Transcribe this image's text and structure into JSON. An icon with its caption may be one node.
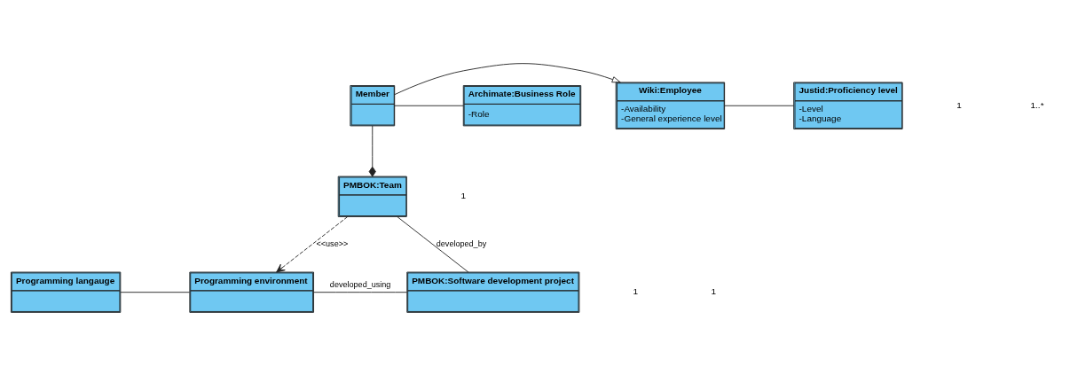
{
  "diagram": {
    "nodes": [
      {
        "text": [
          "Programming langauge"
        ]
      },
      {
        "text": [
          "Programming environment"
        ]
      },
      {
        "text": [
          "PMBOK:Software development project"
        ]
      },
      {
        "text": [
          "PMBOK:Team"
        ]
      },
      {
        "text": [
          "Justid:Proficiency level",
          "-Level",
          "-Language"
        ]
      },
      {
        "text": [
          "Wiki:Employee",
          "-Availability",
          "-General experience level"
        ]
      },
      {
        "text": [
          "Member"
        ]
      },
      {
        "text": [
          "Archimate:Business Role",
          "-Role"
        ]
      }
    ],
    "edges": [
      {
        "from": 0,
        "to": 1,
        "arrow": "none"
      },
      {
        "from": 1,
        "to": 2,
        "arrow": "none",
        "label": "developed_using"
      },
      {
        "from": 3,
        "to": 1,
        "arrow": "to",
        "style": "dashed",
        "label": "<<use>>"
      },
      {
        "from": 3,
        "to": 2,
        "arrow": "none",
        "label": "developed_by"
      },
      {
        "from": 6,
        "to": 3,
        "arrow": "other"
      },
      {
        "from": 6,
        "to": 5,
        "arrow": "to"
      },
      {
        "from": 5,
        "to": 4,
        "arrow": "none"
      },
      {
        "from": 6,
        "to": 7,
        "arrow": "none"
      }
    ],
    "labels": [
      "1",
      "1",
      "1",
      "1",
      "1..*"
    ]
  }
}
